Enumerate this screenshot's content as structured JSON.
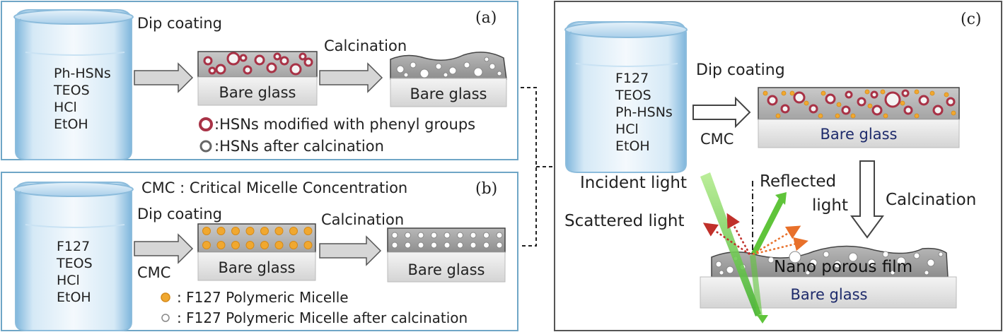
{
  "panel_a": {
    "marker": "(a)",
    "beaker_lines": [
      "Ph-HSNs",
      "TEOS",
      "HCl",
      "EtOH"
    ],
    "step1_label": "Dip coating",
    "glass1_label": "Bare glass",
    "step2_label": "Calcination",
    "glass2_label": "Bare glass",
    "legend": [
      ":HSNs modified with phenyl groups",
      ":HSNs after calcination"
    ]
  },
  "panel_b": {
    "marker": "(b)",
    "header": "CMC : Critical Micelle Concentration",
    "beaker_lines": [
      "F127",
      "TEOS",
      "HCl",
      "EtOH"
    ],
    "step1_label": "Dip coating",
    "cmc_label": "CMC",
    "glass1_label": "Bare glass",
    "step2_label": "Calcination",
    "glass2_label": "Bare glass",
    "legend": [
      ": F127 Polymeric Micelle",
      ": F127 Polymeric Micelle after calcination"
    ]
  },
  "panel_c": {
    "marker": "(c)",
    "beaker_lines": [
      "F127",
      "TEOS",
      "Ph-HSNs",
      "HCl",
      "EtOH"
    ],
    "step1_label": "Dip coating",
    "cmc_label": "CMC",
    "glass1_label": "Bare glass",
    "step2_label": "Calcination",
    "incident_label": "Incident light",
    "reflected_label_1": "Reflected",
    "reflected_label_2": "light",
    "scattered_label": "Scattered light",
    "film_label": "Nano porous film",
    "glass2_label": "Bare glass"
  },
  "colors": {
    "panel_border": "#6fa6c6",
    "hsn_ring": "#a83246",
    "micelle_fill": "#f0a830",
    "green_light": "#5fc43a",
    "scatter_red": "#c0302a",
    "navy_text": "#1d2a6b"
  }
}
